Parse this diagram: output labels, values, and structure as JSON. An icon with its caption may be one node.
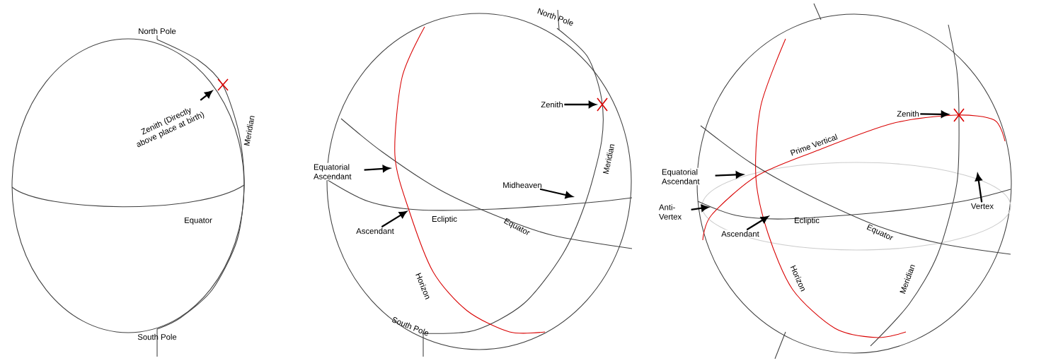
{
  "diagram": {
    "nodes": [
      {
        "text": [
          "Zenith (Directly above place at birth)"
        ]
      },
      {
        "text": [
          "Zenith"
        ]
      },
      {
        "text": [
          "Equatorial Ascendant"
        ]
      },
      {
        "text": [
          "Midheaven"
        ]
      },
      {
        "text": [
          "Ascendant"
        ]
      },
      {
        "text": [
          "Zenith"
        ]
      },
      {
        "text": [
          "Equatorial Ascendant"
        ]
      },
      {
        "text": [
          "Anti-Vertex"
        ]
      },
      {
        "text": [
          "Ascendant"
        ]
      },
      {
        "text": [
          "Vertex"
        ]
      }
    ],
    "edges": [
      {
        "from": 0,
        "to": null,
        "arrow": "to"
      },
      {
        "from": 1,
        "to": null,
        "arrow": "to"
      },
      {
        "from": 2,
        "to": null,
        "arrow": "to"
      },
      {
        "from": 3,
        "to": null,
        "arrow": "to"
      },
      {
        "from": 4,
        "to": null,
        "arrow": "to"
      },
      {
        "from": 5,
        "to": null,
        "arrow": "to"
      },
      {
        "from": 6,
        "to": null,
        "arrow": "to"
      },
      {
        "from": 7,
        "to": null,
        "arrow": "to"
      },
      {
        "from": 8,
        "to": null,
        "arrow": "to"
      },
      {
        "from": 9,
        "to": null,
        "arrow": "to"
      }
    ],
    "labels": [
      "North Pole",
      "Meridian",
      "Equator",
      "South Pole",
      "North Pole",
      "Meridian",
      "Ecliptic",
      "Equator",
      "Horizon",
      "South Pole",
      "Prime Vertical",
      "Ecliptic",
      "Equator",
      "Horizon",
      "Meridian"
    ]
  }
}
